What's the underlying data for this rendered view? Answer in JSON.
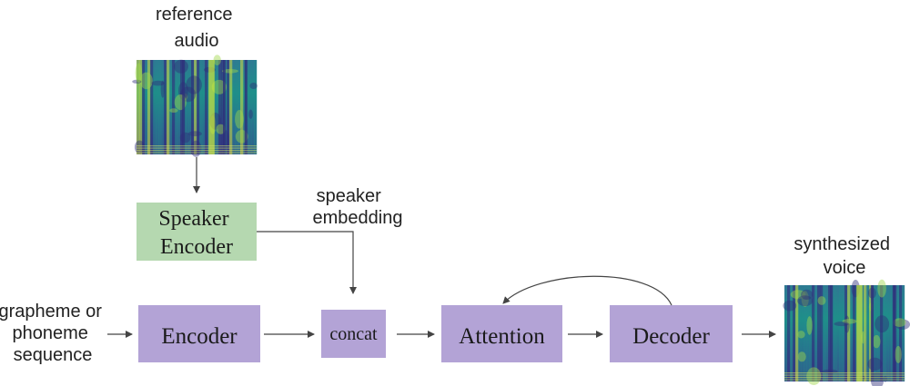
{
  "labels": {
    "reference_audio": [
      "reference",
      "audio"
    ],
    "speaker_embedding": [
      "speaker",
      "embedding"
    ],
    "input_sequence": [
      "grapheme or",
      "phoneme",
      "sequence"
    ],
    "synthesized_voice": [
      "synthesized",
      "voice"
    ]
  },
  "blocks": {
    "speaker_encoder": [
      "Speaker",
      "Encoder"
    ],
    "encoder": "Encoder",
    "concat": "concat",
    "attention": "Attention",
    "decoder": "Decoder"
  },
  "colors": {
    "speaker_encoder_fill": "#b5d8b0",
    "block_fill": "#b3a3d6",
    "arrow": "#444444",
    "spectrogram_dark": "#2e2f7a",
    "spectrogram_mid": "#1f8f8a",
    "spectrogram_bright": "#cfe83c"
  },
  "icons": {
    "reference_spectrogram": "spectrogram-image",
    "output_spectrogram": "spectrogram-image"
  }
}
